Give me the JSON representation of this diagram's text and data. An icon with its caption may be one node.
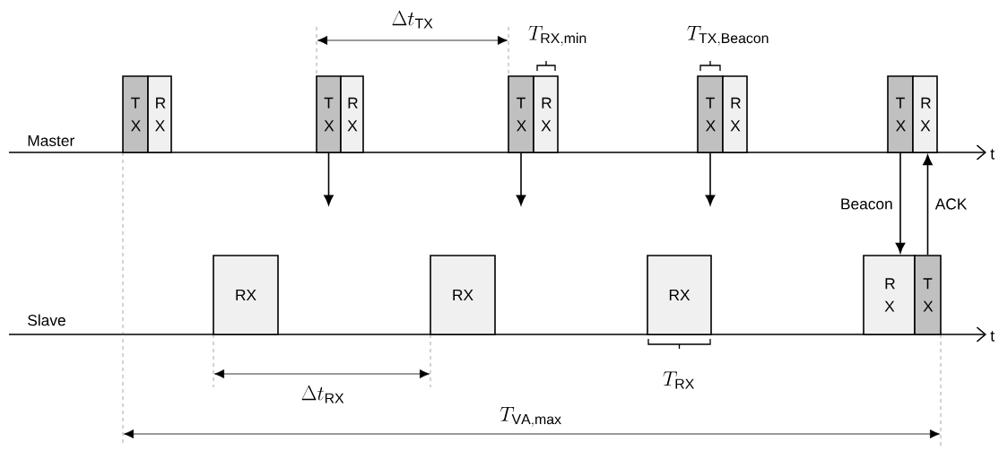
{
  "diagram": {
    "nodes": [
      {
        "text": [
          "T X"
        ]
      },
      {
        "text": [
          "R X"
        ]
      },
      {
        "text": [
          "T X"
        ]
      },
      {
        "text": [
          "R X"
        ]
      },
      {
        "text": [
          "T X"
        ]
      },
      {
        "text": [
          "R X"
        ]
      },
      {
        "text": [
          "T X"
        ]
      },
      {
        "text": [
          "R X"
        ]
      },
      {
        "text": [
          "T X"
        ]
      },
      {
        "text": [
          "R X"
        ]
      },
      {
        "text": [
          "RX"
        ]
      },
      {
        "text": [
          "RX"
        ]
      },
      {
        "text": [
          "RX"
        ]
      },
      {
        "text": [
          "R X"
        ]
      },
      {
        "text": [
          "T X"
        ]
      }
    ],
    "edges": [
      {
        "from": 2,
        "to": null,
        "arrow": "to"
      },
      {
        "from": 4,
        "to": null,
        "arrow": "to"
      },
      {
        "from": 6,
        "to": null,
        "arrow": "to"
      },
      {
        "from": 8,
        "to": 13,
        "arrow": "to",
        "label": "Beacon"
      },
      {
        "from": 14,
        "to": 9,
        "arrow": "to",
        "label": "ACK"
      }
    ],
    "labels": [
      "\\Delta t_{\\mathrm{TX}}",
      "T_{\\mathrm{RX,min}}",
      "T_{\\mathrm{TX,Beacon}}",
      "Master",
      "t",
      "Slave",
      "t",
      "T_{\\mathrm{RX}}",
      "\\Delta t_{\\mathrm{RX}}",
      "T_{\\mathrm{VA,max}}"
    ]
  }
}
